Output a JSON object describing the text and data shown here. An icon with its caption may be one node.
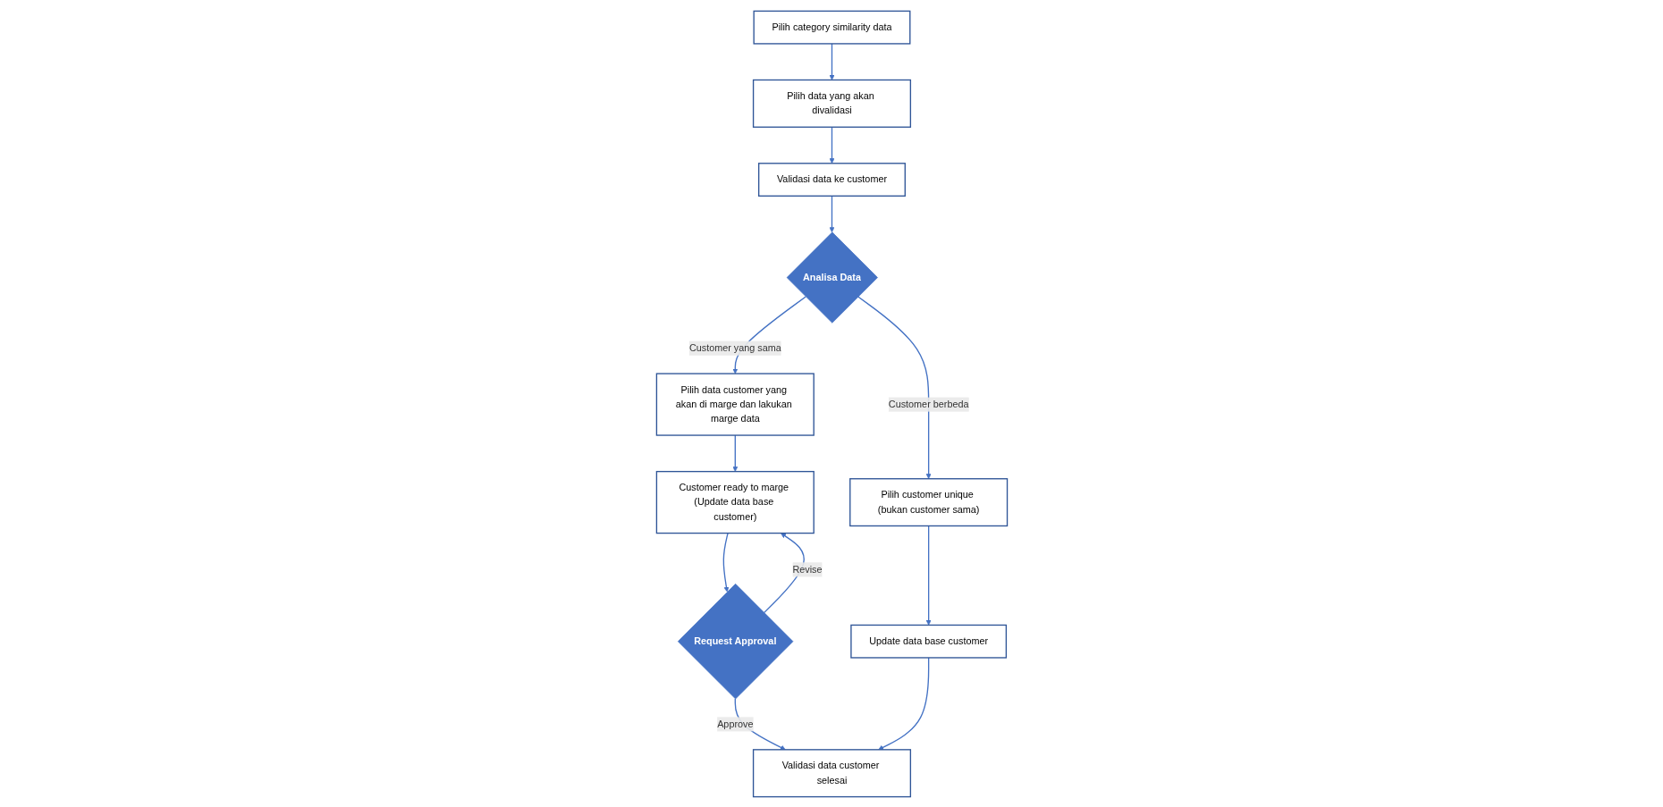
{
  "diagram": {
    "nodes": [
      {
        "text": [
          "Pilih category similarity data"
        ]
      },
      {
        "text": [
          "Pilih data yang akan divalidasi"
        ]
      },
      {
        "text": [
          "Validasi data ke customer"
        ]
      },
      {
        "text": [
          "Analisa Data"
        ]
      },
      {
        "text": [
          "Pilih data customer yang akan di marge dan lakukan marge data"
        ]
      },
      {
        "text": [
          "Pilih customer unique (bukan customer sama)"
        ]
      },
      {
        "text": [
          "Validasi data customer selesai"
        ]
      },
      {
        "text": [
          "Request Approval"
        ]
      },
      {
        "text": [
          "Customer ready to marge (Update data base customer)"
        ]
      },
      {
        "text": [
          "Update data base customer"
        ]
      }
    ],
    "edges": [
      {
        "from": 0,
        "to": 1,
        "arrow": "to"
      },
      {
        "from": 1,
        "to": 2,
        "arrow": "to"
      },
      {
        "from": 2,
        "to": 3,
        "arrow": "to"
      },
      {
        "from": 3,
        "to": 4,
        "arrow": "to",
        "label": "Customer yang sama"
      },
      {
        "from": 3,
        "to": 5,
        "arrow": "to",
        "label": "Customer berbeda"
      },
      {
        "from": 4,
        "to": 8,
        "arrow": "to"
      },
      {
        "from": 8,
        "to": 7,
        "arrow": "to"
      },
      {
        "from": 7,
        "to": 6,
        "arrow": "to",
        "label": "Approve"
      },
      {
        "from": 7,
        "to": 8,
        "arrow": "to",
        "label": "Revise"
      },
      {
        "from": 5,
        "to": 9,
        "arrow": "to"
      },
      {
        "from": 9,
        "to": 6,
        "arrow": "to"
      }
    ]
  }
}
